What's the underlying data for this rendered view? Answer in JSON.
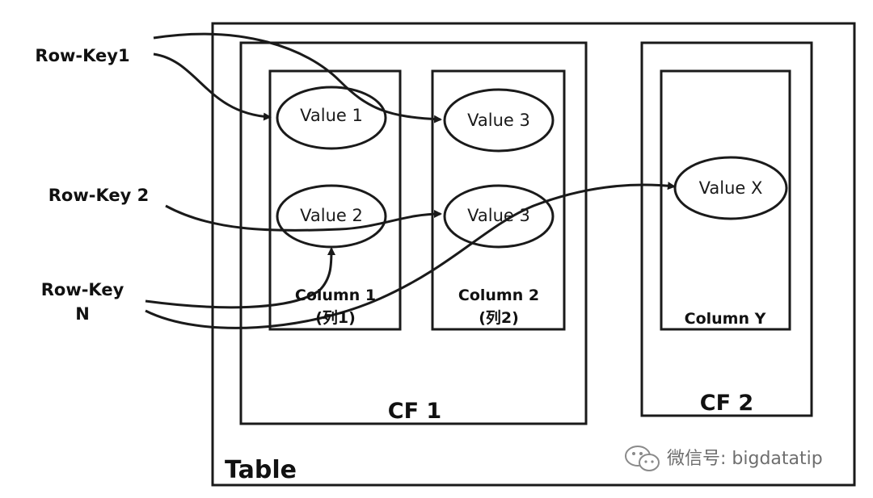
{
  "table": {
    "label": "Table"
  },
  "column_families": [
    {
      "label": "CF 1"
    },
    {
      "label": "CF 2"
    }
  ],
  "columns": [
    {
      "label": "Column 1",
      "sublabel": "(列1)"
    },
    {
      "label": "Column 2",
      "sublabel": "(列2)"
    },
    {
      "label": "Column Y",
      "sublabel": ""
    }
  ],
  "values": [
    {
      "label": "Value 1"
    },
    {
      "label": "Value 2"
    },
    {
      "label": "Value 3"
    },
    {
      "label": "Value 3"
    },
    {
      "label": "Value X"
    }
  ],
  "row_keys": [
    {
      "label": "Row-Key1"
    },
    {
      "label": "Row-Key 2"
    },
    {
      "label_line1": "Row-Key",
      "label_line2": "N"
    }
  ],
  "watermark": {
    "text": "微信号: bigdatatip",
    "icon": "wechat-icon"
  }
}
